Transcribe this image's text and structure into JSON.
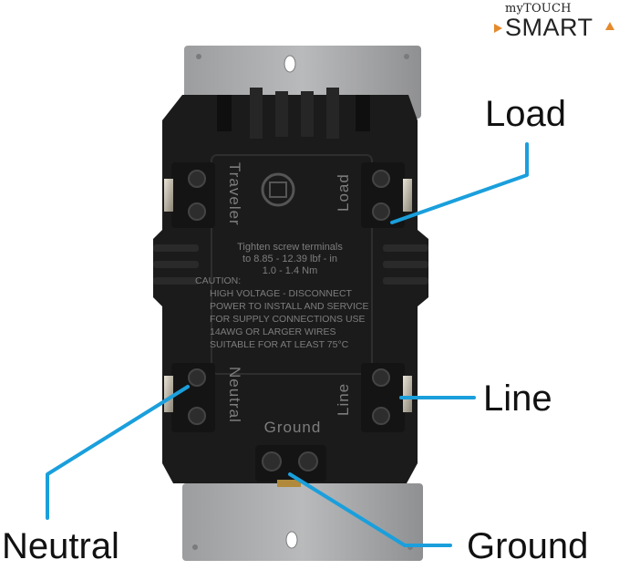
{
  "brand": {
    "prefix": "my",
    "line1": "TOUCH",
    "line2": "SMART",
    "accent_color": "#e58a2b"
  },
  "callouts": {
    "load": "Load",
    "line": "Line",
    "neutral": "Neutral",
    "ground": "Ground"
  },
  "terminals": {
    "traveler": "Traveler",
    "load": "Load",
    "neutral": "Neutral",
    "line": "Line",
    "ground": "Ground"
  },
  "embossed_text": {
    "torque": [
      "Tighten screw terminals",
      "to 8.85 - 12.39 lbf - in",
      "1.0 - 1.4 Nm"
    ],
    "caution_title": "CAUTION:",
    "caution": [
      "HIGH VOLTAGE - DISCONNECT",
      "POWER TO INSTALL AND SERVICE",
      "FOR SUPPLY CONNECTIONS USE",
      "14AWG OR LARGER WIRES",
      "SUITABLE FOR AT LEAST 75°C"
    ]
  },
  "colors": {
    "callout_line": "#1a9fdc",
    "housing": "#1b1b1b",
    "plate": "#a9aaac",
    "embossed_text": "#7d7d7d"
  }
}
